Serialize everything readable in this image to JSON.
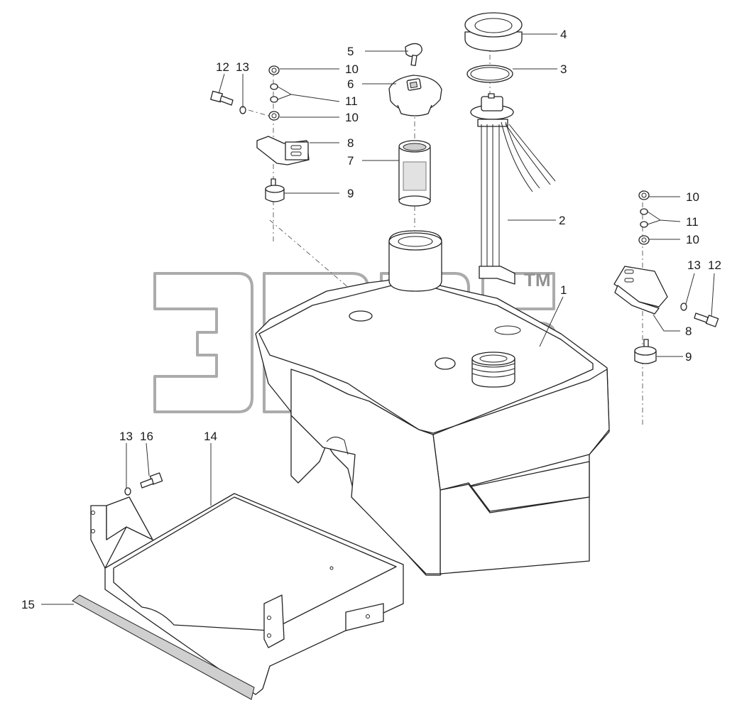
{
  "diagram": {
    "watermark": {
      "mark": "ТМ"
    },
    "callouts": [
      {
        "id": "c1",
        "label": "1"
      },
      {
        "id": "c2",
        "label": "2"
      },
      {
        "id": "c3",
        "label": "3"
      },
      {
        "id": "c4",
        "label": "4"
      },
      {
        "id": "c5",
        "label": "5"
      },
      {
        "id": "c6",
        "label": "6"
      },
      {
        "id": "c7",
        "label": "7"
      },
      {
        "id": "c8a",
        "label": "8"
      },
      {
        "id": "c8b",
        "label": "8"
      },
      {
        "id": "c9a",
        "label": "9"
      },
      {
        "id": "c9b",
        "label": "9"
      },
      {
        "id": "c10a",
        "label": "10"
      },
      {
        "id": "c10b",
        "label": "10"
      },
      {
        "id": "c10c",
        "label": "10"
      },
      {
        "id": "c10d",
        "label": "10"
      },
      {
        "id": "c11a",
        "label": "11"
      },
      {
        "id": "c11b",
        "label": "11"
      },
      {
        "id": "c12a",
        "label": "12"
      },
      {
        "id": "c12b",
        "label": "12"
      },
      {
        "id": "c13a",
        "label": "13"
      },
      {
        "id": "c13b",
        "label": "13"
      },
      {
        "id": "c13c",
        "label": "13"
      },
      {
        "id": "c14",
        "label": "14"
      },
      {
        "id": "c15",
        "label": "15"
      },
      {
        "id": "c16",
        "label": "16"
      }
    ]
  }
}
